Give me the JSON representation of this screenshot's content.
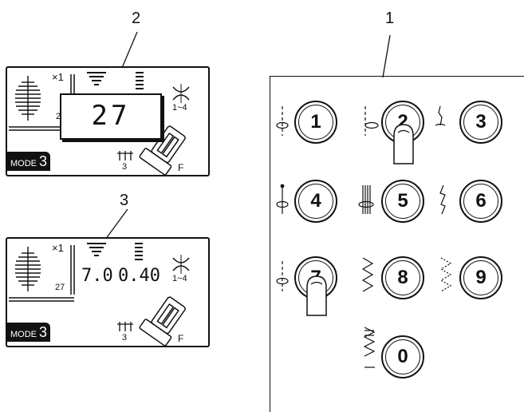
{
  "callouts": {
    "c1": "1",
    "c2": "2",
    "c3": "3"
  },
  "display1": {
    "multiplier": "×1",
    "small_digit": "2",
    "selected_number": "27",
    "range": "1~4",
    "mode_word": "MODE",
    "mode_value": "3",
    "sub_value": "3",
    "foot": "F"
  },
  "display2": {
    "multiplier": "×1",
    "pattern_number": "27",
    "width_value": "7.0",
    "length_value": "0.40",
    "range": "1~4",
    "mode_word": "MODE",
    "mode_value": "3",
    "sub_value": "3",
    "foot": "F"
  },
  "keypad": {
    "keys": [
      "1",
      "2",
      "3",
      "4",
      "5",
      "6",
      "7",
      "8",
      "9",
      "0"
    ]
  }
}
